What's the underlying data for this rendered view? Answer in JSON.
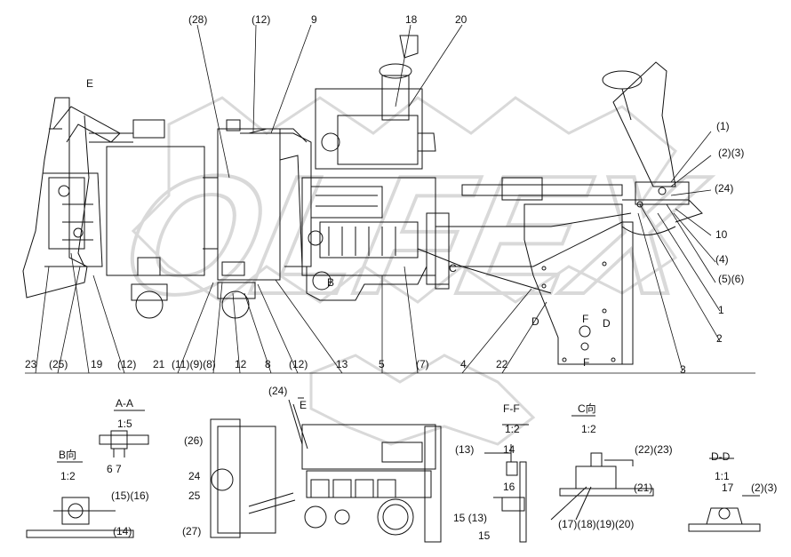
{
  "colors": {
    "ink": "#111111",
    "watermark": "#d9d9d9"
  },
  "watermark_text": "OLFEX",
  "callouts_top": {
    "c28": "(28)",
    "c12a": "(12)",
    "c9": "9",
    "c18": "18",
    "c20": "20",
    "cE": "E",
    "c1p": "(1)",
    "c23p": "(2)(3)",
    "c24p": "(24)",
    "c10": "10",
    "c4p": "(4)",
    "c56p": "(5)(6)",
    "c1": "1",
    "c2": "2",
    "c3": "3",
    "cC": "C",
    "cB": "B",
    "cD": "D",
    "cFtop": "F",
    "cDmid": "D",
    "cFbot": "F",
    "c23": "23",
    "c25p": "(25)",
    "c19": "19",
    "c12b": "(12)",
    "c21": "21",
    "c1198": "(11)(9)(8)",
    "c12": "12",
    "c8": "8",
    "c12c": "(12)",
    "c13": "13",
    "c5": "5",
    "c7p": "(7)",
    "c4": "4",
    "c22": "22"
  },
  "section_aa": {
    "title": "A-A",
    "scale": "1:5",
    "c67": "6 7"
  },
  "section_b": {
    "title": "B向",
    "scale": "1:2",
    "c1516": "(15)(16)",
    "c14": "(14)"
  },
  "section_ff": {
    "title": "F-F",
    "scale": "1:2",
    "c13": "(13)",
    "c14": "14",
    "c16": "16",
    "c15_13": "15 (13)",
    "c15": "15"
  },
  "section_c": {
    "title": "C向",
    "scale": "1:2",
    "c2223": "(22)(23)",
    "c21": "(21)",
    "c17181920": "(17)(18)(19)(20)"
  },
  "section_dd": {
    "title": "D-D",
    "scale": "1:1",
    "c17": "17",
    "c23": "(2)(3)"
  },
  "bottom_view": {
    "cE": "E",
    "c24p": "(24)",
    "c26": "(26)",
    "c24": "24",
    "c25": "25",
    "c27": "(27)"
  }
}
